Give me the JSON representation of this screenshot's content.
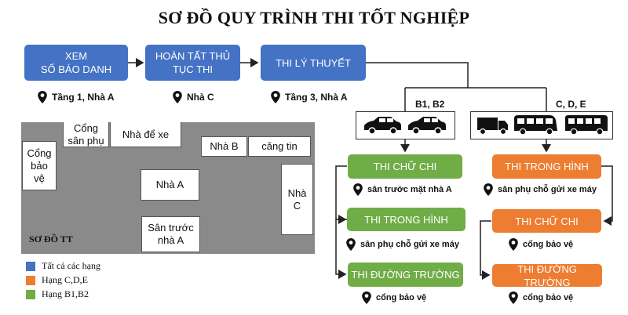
{
  "title": "SƠ ĐỒ QUY TRÌNH THI TỐT NGHIỆP",
  "steps": [
    {
      "label": "XEM\nSỐ BÁO DANH",
      "location": "Tầng 1, Nhà A"
    },
    {
      "label": "HOÀN TẤT THỦ\nTỤC THI",
      "location": "Nhà C"
    },
    {
      "label": "THI LÝ THUYẾT",
      "location": "Tầng 3, Nhà A"
    }
  ],
  "groups": {
    "b": {
      "label": "B1, B2",
      "steps": [
        {
          "label": "THI CHỮ CHI",
          "location": "sân trước mặt nhà A"
        },
        {
          "label": "THI TRONG HÌNH",
          "location": "sân phụ chỗ gửi xe máy"
        },
        {
          "label": "THI ĐƯỜNG TRƯỜNG",
          "location": "cổng bảo vệ"
        }
      ]
    },
    "cde": {
      "label": "C, D, E",
      "steps": [
        {
          "label": "THI TRONG HÌNH",
          "location": "sân phụ chỗ gửi xe máy"
        },
        {
          "label": "THI CHỮ CHI",
          "location": "cổng bảo vệ"
        },
        {
          "label": "THI ĐƯỜNG TRƯỜNG",
          "location": "cổng bảo vệ"
        }
      ]
    }
  },
  "map": {
    "label": "SƠ ĐỒ TT",
    "buildings": {
      "cong_san_phu": "Cổng\nsân phụ",
      "nha_de_xe": "Nhà để xe",
      "nha_b": "Nhà B",
      "cang_tin": "căng tin",
      "cong_bao_ve": "Cổng\nbảo\nvệ",
      "nha_a": "Nhà A",
      "nha_c": "Nhà\nC",
      "san_truoc_nha_a": "Sân trước\nnhà A"
    }
  },
  "legend": [
    {
      "label": "Tất cả các hạng",
      "color": "#4472c4"
    },
    {
      "label": "Hạng C,D,E",
      "color": "#ed7d31"
    },
    {
      "label": "Hạng B1,B2",
      "color": "#70ad47"
    }
  ],
  "icons": [
    "location-pin-icon",
    "car-icon",
    "truck-icon",
    "bus-icon"
  ]
}
